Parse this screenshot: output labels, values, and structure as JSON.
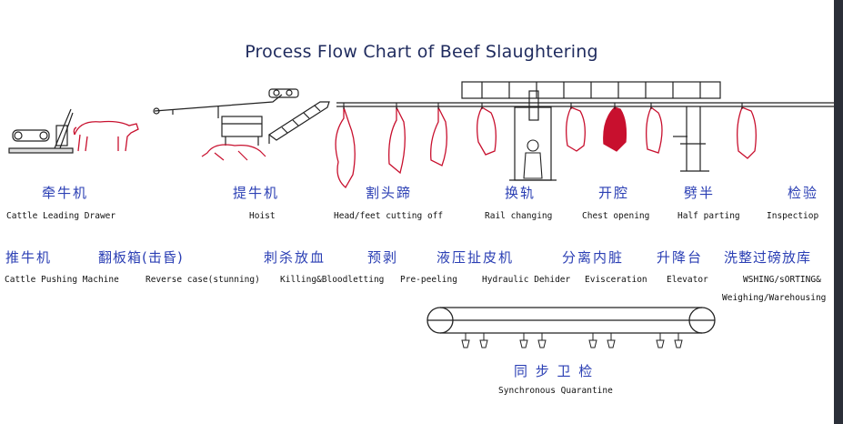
{
  "title": "Process Flow Chart of Beef Slaughtering",
  "steps_row1": [
    {
      "cn": "牵牛机",
      "en": "Cattle Leading Drawer"
    },
    {
      "cn": "提牛机",
      "en": "Hoist"
    },
    {
      "cn": "割头蹄",
      "en": "Head/feet cutting off"
    },
    {
      "cn": "换轨",
      "en": "Rail changing"
    },
    {
      "cn": "开腔",
      "en": "Chest opening"
    },
    {
      "cn": "劈半",
      "en": "Half parting"
    },
    {
      "cn": "检验",
      "en": "Inspectiop"
    }
  ],
  "steps_row2": [
    {
      "cn": "推牛机",
      "en": "Cattle Pushing Machine"
    },
    {
      "cn": "翻板箱(击昏)",
      "en": "Reverse case(stunning)"
    },
    {
      "cn": "刺杀放血",
      "en": "Killing&Bloodletting"
    },
    {
      "cn": "预剥",
      "en": "Pre-peeling"
    },
    {
      "cn": "液压扯皮机",
      "en": "Hydraulic Dehider"
    },
    {
      "cn": "分离内脏",
      "en": "Evisceration"
    },
    {
      "cn": "升降台",
      "en": "Elevator"
    },
    {
      "cn": "洗整过磅放库",
      "en": "WSHING/sORTING&",
      "en2": "Weighing/Warehousing"
    }
  ],
  "quarantine": {
    "cn": "同 步 卫 检",
    "en": "Synchronous Quarantine"
  },
  "colors": {
    "title": "#1f2b5e",
    "chinese_label": "#2b3fb4",
    "carcass": "#c8102e",
    "line": "#222222"
  }
}
